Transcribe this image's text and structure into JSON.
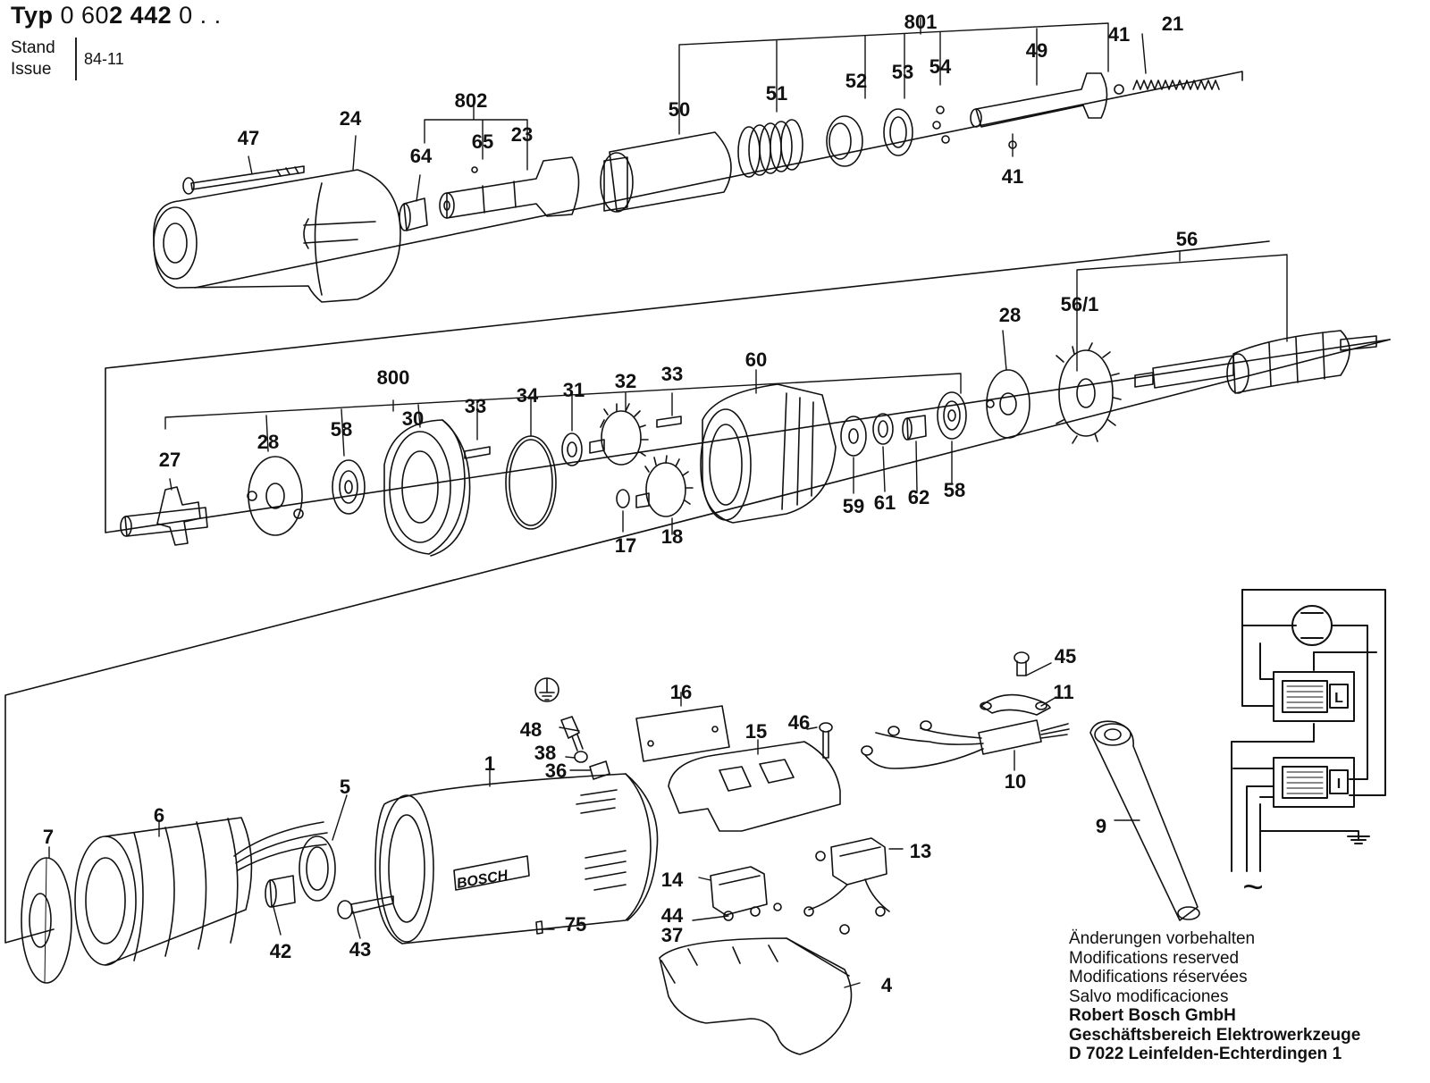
{
  "header": {
    "typ_prefix": "Typ",
    "typ_number_a": "0 60",
    "typ_number_b": "2 442",
    "typ_number_c": " 0 . .",
    "stand_label": "Stand",
    "issue_label": "Issue",
    "date": "84-11"
  },
  "parts": [
    {
      "id": "p801",
      "label": "801"
    },
    {
      "id": "p41a",
      "label": "41"
    },
    {
      "id": "p21",
      "label": "21"
    },
    {
      "id": "p49",
      "label": "49"
    },
    {
      "id": "p50",
      "label": "50"
    },
    {
      "id": "p51",
      "label": "51"
    },
    {
      "id": "p52",
      "label": "52"
    },
    {
      "id": "p53",
      "label": "53"
    },
    {
      "id": "p54",
      "label": "54"
    },
    {
      "id": "p41b",
      "label": "41"
    },
    {
      "id": "p802",
      "label": "802"
    },
    {
      "id": "p47",
      "label": "47"
    },
    {
      "id": "p24",
      "label": "24"
    },
    {
      "id": "p64",
      "label": "64"
    },
    {
      "id": "p65",
      "label": "65"
    },
    {
      "id": "p23",
      "label": "23"
    },
    {
      "id": "p56",
      "label": "56"
    },
    {
      "id": "p56_1",
      "label": "56/1"
    },
    {
      "id": "p28b",
      "label": "28"
    },
    {
      "id": "p800",
      "label": "800"
    },
    {
      "id": "p33a",
      "label": "33"
    },
    {
      "id": "p34",
      "label": "34"
    },
    {
      "id": "p31",
      "label": "31"
    },
    {
      "id": "p32",
      "label": "32"
    },
    {
      "id": "p33b",
      "label": "33"
    },
    {
      "id": "p60",
      "label": "60"
    },
    {
      "id": "p27",
      "label": "27"
    },
    {
      "id": "p28a",
      "label": "28"
    },
    {
      "id": "p58a",
      "label": "58"
    },
    {
      "id": "p30",
      "label": "30"
    },
    {
      "id": "p59",
      "label": "59"
    },
    {
      "id": "p61",
      "label": "61"
    },
    {
      "id": "p62",
      "label": "62"
    },
    {
      "id": "p58b",
      "label": "58"
    },
    {
      "id": "p17",
      "label": "17"
    },
    {
      "id": "p18",
      "label": "18"
    },
    {
      "id": "p45",
      "label": "45"
    },
    {
      "id": "p11",
      "label": "11"
    },
    {
      "id": "p16",
      "label": "16"
    },
    {
      "id": "p48",
      "label": "48"
    },
    {
      "id": "p38",
      "label": "38"
    },
    {
      "id": "p36",
      "label": "36"
    },
    {
      "id": "p15",
      "label": "15"
    },
    {
      "id": "p46",
      "label": "46"
    },
    {
      "id": "p1",
      "label": "1"
    },
    {
      "id": "p10",
      "label": "10"
    },
    {
      "id": "p9",
      "label": "9"
    },
    {
      "id": "p13",
      "label": "13"
    },
    {
      "id": "p7",
      "label": "7"
    },
    {
      "id": "p6",
      "label": "6"
    },
    {
      "id": "p5",
      "label": "5"
    },
    {
      "id": "p14",
      "label": "14"
    },
    {
      "id": "p44",
      "label": "44"
    },
    {
      "id": "p37",
      "label": "37"
    },
    {
      "id": "p75",
      "label": "75"
    },
    {
      "id": "p42",
      "label": "42"
    },
    {
      "id": "p43",
      "label": "43"
    },
    {
      "id": "p4",
      "label": "4"
    }
  ],
  "housing_brand": "BOSCH",
  "switch_labels": {
    "upper": "L",
    "lower": "I"
  },
  "ac_symbol": "~",
  "notes": {
    "line1": "Änderungen vorbehalten",
    "line2": "Modifications reserved",
    "line3": "Modifications réservées",
    "line4": "Salvo modificaciones",
    "company": "Robert Bosch GmbH",
    "division": "Geschäftsbereich Elektrowerkzeuge",
    "address": "D 7022 Leinfelden-Echterdingen 1"
  }
}
